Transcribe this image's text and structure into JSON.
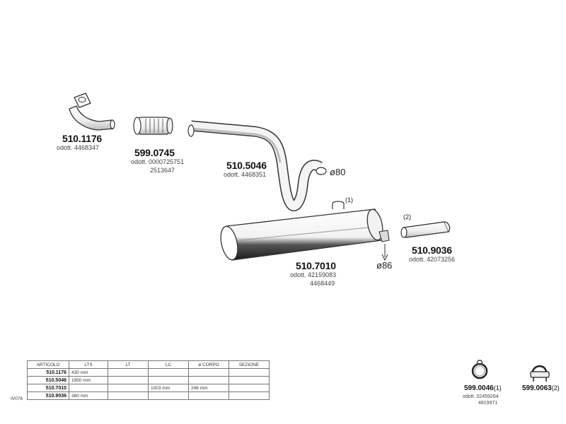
{
  "parts": [
    {
      "code": "510.1176",
      "refs": [
        "odott. 4468347"
      ]
    },
    {
      "code": "599.0745",
      "refs": [
        "odott. 0000725751",
        "2513647"
      ]
    },
    {
      "code": "510.5046",
      "refs": [
        "odott. 4468351"
      ]
    },
    {
      "code": "510.7010",
      "refs": [
        "odott. 42159083",
        "4468449"
      ]
    },
    {
      "code": "510.9036",
      "refs": [
        "odott. 42073256"
      ]
    }
  ],
  "diameters": [
    "ø80",
    "ø86"
  ],
  "notes": [
    "(1)",
    "(2)"
  ],
  "accessories": [
    {
      "code": "599.0046",
      "suffix": "(1)",
      "refs": [
        "odott. 02459264",
        "4819971"
      ],
      "icon": "clamp-ring-icon"
    },
    {
      "code": "599.0063",
      "suffix": "(2)",
      "refs": [],
      "icon": "u-bolt-clamp-icon"
    }
  ],
  "table": {
    "headers": [
      "ARTICOLO",
      "LTS",
      "LT",
      "LC",
      "ø CORPO",
      "SEZIONE"
    ],
    "rows": [
      [
        "510.1176",
        "430 mm",
        "",
        "",
        "",
        ""
      ],
      [
        "510.5046",
        "1950 mm",
        "",
        "",
        "",
        ""
      ],
      [
        "510.7010",
        "",
        "",
        "1003 mm",
        "246 mm",
        ""
      ],
      [
        "510.9036",
        "380 mm",
        "",
        "",
        "",
        ""
      ]
    ],
    "side_label": "IV076"
  }
}
